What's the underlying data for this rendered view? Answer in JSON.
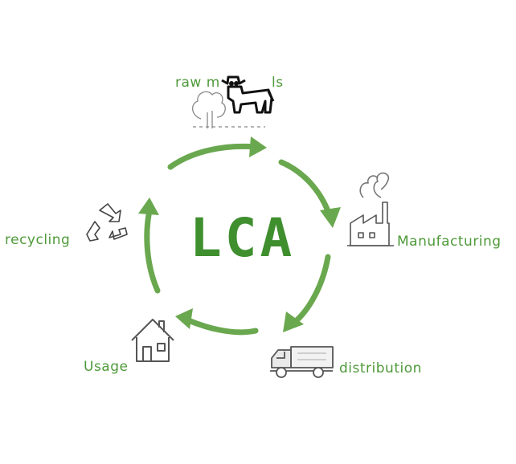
{
  "center_label": "LCA",
  "stages": {
    "raw_materials": "raw m",
    "raw_materials_tail": "ls",
    "manufacturing": "Manufacturing",
    "distribution": "distribution",
    "usage": "Usage",
    "recycling": "recycling"
  },
  "colors": {
    "arrow_green": "#6aa84f",
    "text_green": "#4f9a3a",
    "icon_gray": "#555555"
  },
  "icons": [
    "cow-icon",
    "tree-icon",
    "factory-icon",
    "truck-icon",
    "house-icon",
    "recycle-icon"
  ]
}
